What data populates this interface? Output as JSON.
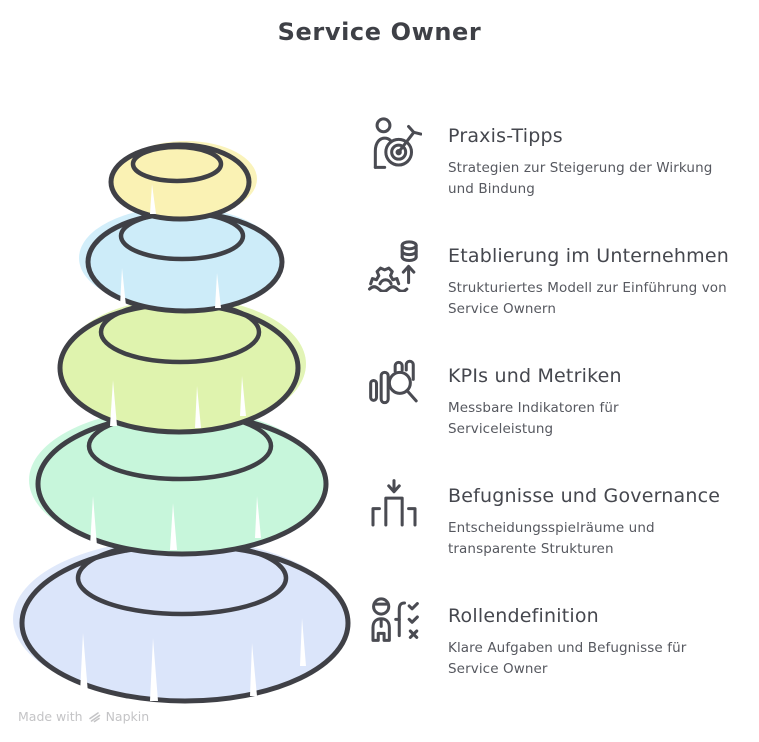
{
  "title": "Service Owner",
  "colors": {
    "outline": "#3F4046",
    "icon_stroke": "#4A4B52",
    "title_text": "#3E4046",
    "heading_text": "#45474E",
    "body_text": "#56585F",
    "footer_text": "#C4C4C6"
  },
  "stones": [
    {
      "name": "stone-top-praxis-tipps",
      "color": "#FAF2B4"
    },
    {
      "name": "stone-etablierung",
      "color": "#CDECF9"
    },
    {
      "name": "stone-kpis",
      "color": "#DFF3AE"
    },
    {
      "name": "stone-befugnisse",
      "color": "#C7F6DB"
    },
    {
      "name": "stone-bottom-rollendefinition",
      "color": "#DBE5FA"
    }
  ],
  "items": [
    {
      "icon": "person-target-icon",
      "title": "Praxis-Tipps",
      "description": "Strategien zur Steigerung der Wirkung und Bindung"
    },
    {
      "icon": "gear-water-growth-icon",
      "title": "Etablierung im Unternehmen",
      "description": "Strukturiertes Modell zur Einführung von Service Ownern"
    },
    {
      "icon": "bar-chart-magnifier-icon",
      "title": "KPIs und Metriken",
      "description": "Messbare Indikatoren für Serviceleistung"
    },
    {
      "icon": "gate-down-arrow-icon",
      "title": "Befugnisse und Governance",
      "description": "Entscheidungsspielräume und transparente Strukturen"
    },
    {
      "icon": "person-checklist-icon",
      "title": "Rollendefinition",
      "description": "Klare Aufgaben und Befugnisse für Service Owner"
    }
  ],
  "footer": {
    "text": "Made with",
    "brand": "Napkin"
  }
}
